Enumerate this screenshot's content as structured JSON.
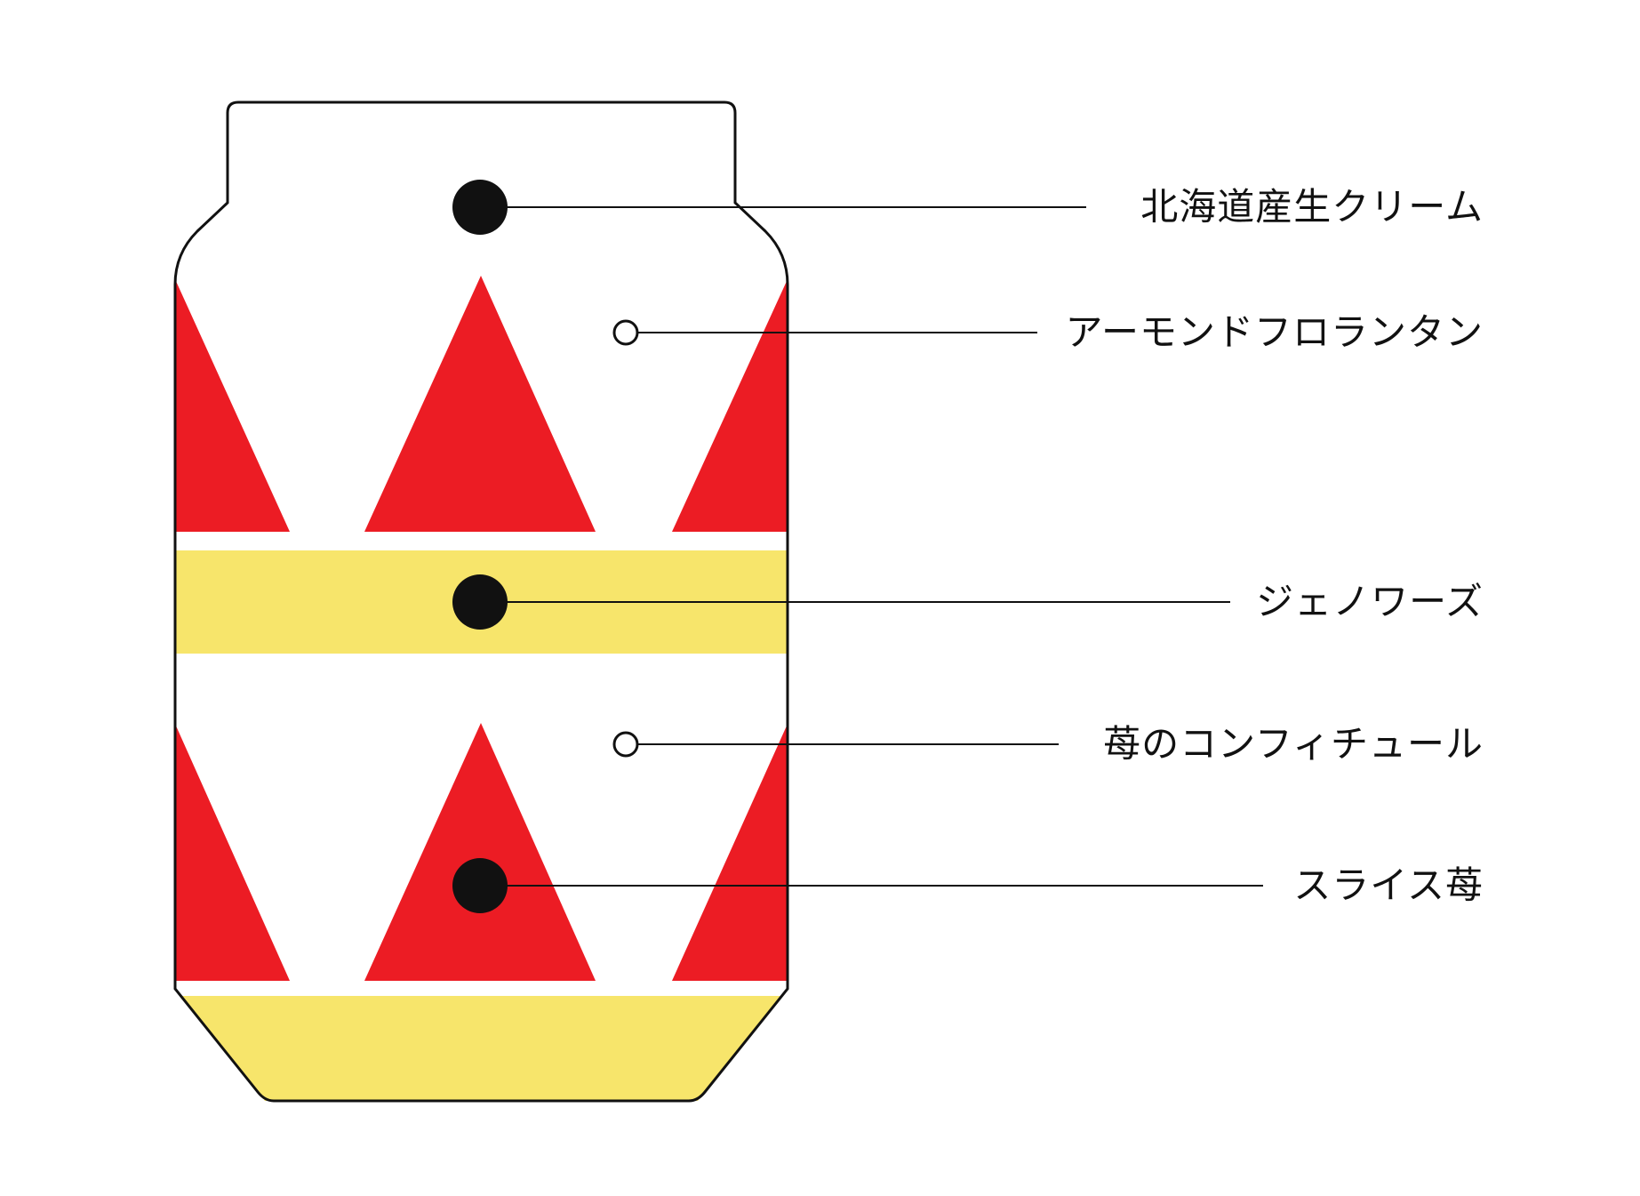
{
  "colors": {
    "outline": "#111111",
    "strawberry_red": "#ec1c24",
    "sponge_yellow": "#f7e56b",
    "background": "#ffffff"
  },
  "layers": [
    {
      "id": "cream",
      "label": "北海道産生クリーム",
      "marker": "filled"
    },
    {
      "id": "florentin",
      "label": "アーモンドフロランタン",
      "marker": "hollow"
    },
    {
      "id": "genoise",
      "label": "ジェノワーズ",
      "marker": "filled"
    },
    {
      "id": "confiture",
      "label": "苺のコンフィチュール",
      "marker": "hollow"
    },
    {
      "id": "sliced-strawberry",
      "label": "スライス苺",
      "marker": "filled"
    }
  ]
}
